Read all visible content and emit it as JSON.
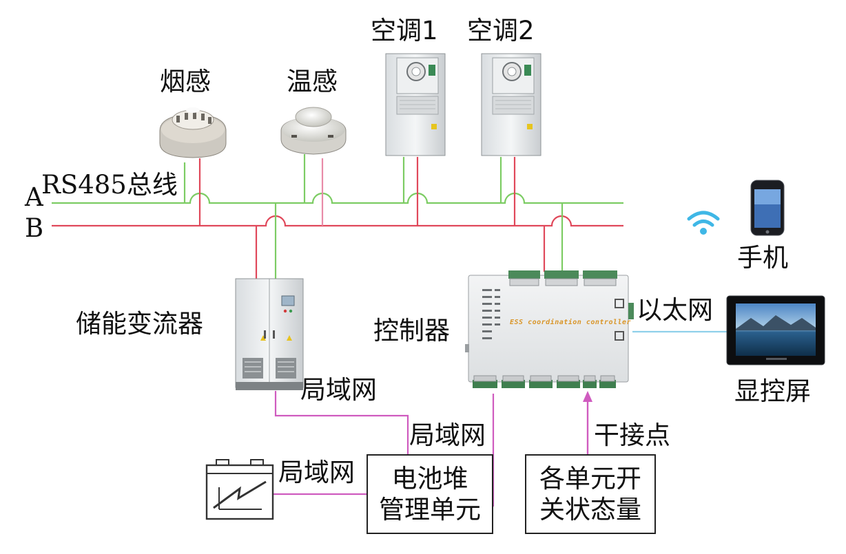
{
  "bus": {
    "title": "RS485总线",
    "line_a": "A",
    "line_b": "B",
    "color_a": "#7ccc63",
    "color_b": "#e0485a",
    "ethernet_color": "#8fd0ea",
    "lan_color": "#cf5bbf"
  },
  "devices": {
    "smoke_sensor": "烟感",
    "temp_sensor": "温感",
    "ac1": "空调1",
    "ac2": "空调2",
    "pcs": "储能变流器",
    "controller": "控制器",
    "controller_text": "ESS coordination controller",
    "phone": "手机",
    "screen": "显控屏"
  },
  "links": {
    "lan_pcs": "局域网",
    "lan_bms": "局域网",
    "lan_battery": "局域网",
    "ethernet": "以太网",
    "dry_contact": "干接点"
  },
  "boxes": {
    "bms_line1": "电池堆",
    "bms_line2": "管理单元",
    "status_line1": "各单元开",
    "status_line2": "关状态量"
  }
}
